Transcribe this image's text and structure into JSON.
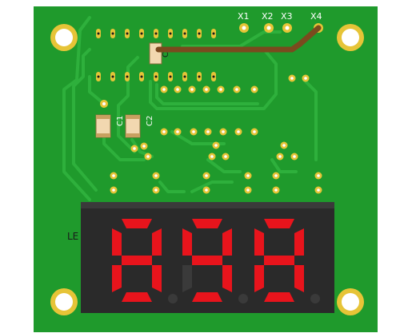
{
  "board": {
    "connector_labels": [
      "X1",
      "X2",
      "X3",
      "X4"
    ],
    "capacitor_labels": [
      "C1",
      "C2"
    ],
    "component_label_c": "C",
    "display_label": "LE"
  },
  "display": {
    "digits": [
      "8",
      "9",
      "8"
    ],
    "lit_color": "#e8141c",
    "dim_color": "#3a3a3a"
  },
  "colors": {
    "pcb": "#1f9a2c",
    "trace": "#2eb03c",
    "pad": "#e6c437",
    "wire": "#7a4a1e"
  }
}
